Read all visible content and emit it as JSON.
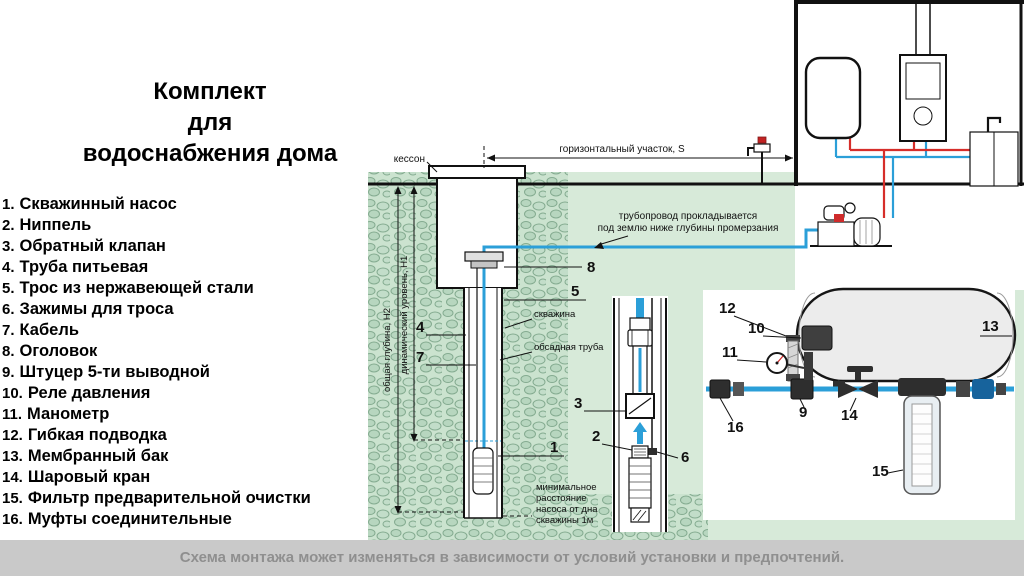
{
  "title": {
    "lines": [
      "Комплект",
      "для",
      "водоснабжения дома"
    ]
  },
  "parts": [
    {
      "num": "1.",
      "label": "Скважинный насос"
    },
    {
      "num": "2.",
      "label": "Ниппель"
    },
    {
      "num": "3.",
      "label": "Обратный клапан"
    },
    {
      "num": "4.",
      "label": "Труба питьевая"
    },
    {
      "num": "5.",
      "label": "Трос из нержавеющей стали"
    },
    {
      "num": "6.",
      "label": "Зажимы для троса"
    },
    {
      "num": "7.",
      "label": "Кабель"
    },
    {
      "num": "8.",
      "label": "Оголовок"
    },
    {
      "num": "9.",
      "label": "Штуцер 5-ти выводной"
    },
    {
      "num": "10.",
      "label": "Реле давления"
    },
    {
      "num": "11.",
      "label": "Манометр"
    },
    {
      "num": "12.",
      "label": "Гибкая подводка"
    },
    {
      "num": "13.",
      "label": "Мембранный бак"
    },
    {
      "num": "14.",
      "label": "Шаровый кран"
    },
    {
      "num": "15.",
      "label": "Фильтр предварительной очистки"
    },
    {
      "num": "16.",
      "label": "Муфты соединительные"
    }
  ],
  "diagram": {
    "annotations": {
      "kesson": "кессон",
      "horizontal_section": "горизонтальный участок, S",
      "pipeline_note_1": "трубопровод прокладывается",
      "pipeline_note_2": "под землю ниже глубины промерзания",
      "total_depth": "общая глубина, Н2",
      "dynamic_level": "динамический уровень, Н1",
      "well": "скважина",
      "casing_pipe": "обсадная труба",
      "min_distance_1": "минимальное",
      "min_distance_2": "расстояние",
      "min_distance_3": "насоса от дна",
      "min_distance_4": "скважины 1м"
    },
    "callouts": {
      "n1": "1",
      "n2": "2",
      "n3": "3",
      "n4": "4",
      "n5": "5",
      "n6": "6",
      "n7": "7",
      "n8": "8",
      "n9": "9",
      "n10": "10",
      "n11": "11",
      "n12": "12",
      "n13": "13",
      "n14": "14",
      "n15": "15",
      "n16": "16"
    },
    "colors": {
      "ground_green": "#d7ead9",
      "stone_green": "#b7d6bf",
      "pipe_blue": "#2b9fd8",
      "pipe_red": "#d62e2a"
    }
  },
  "footer": {
    "note": "Схема монтажа может изменяться в зависимости от условий установки и предпочтений."
  }
}
